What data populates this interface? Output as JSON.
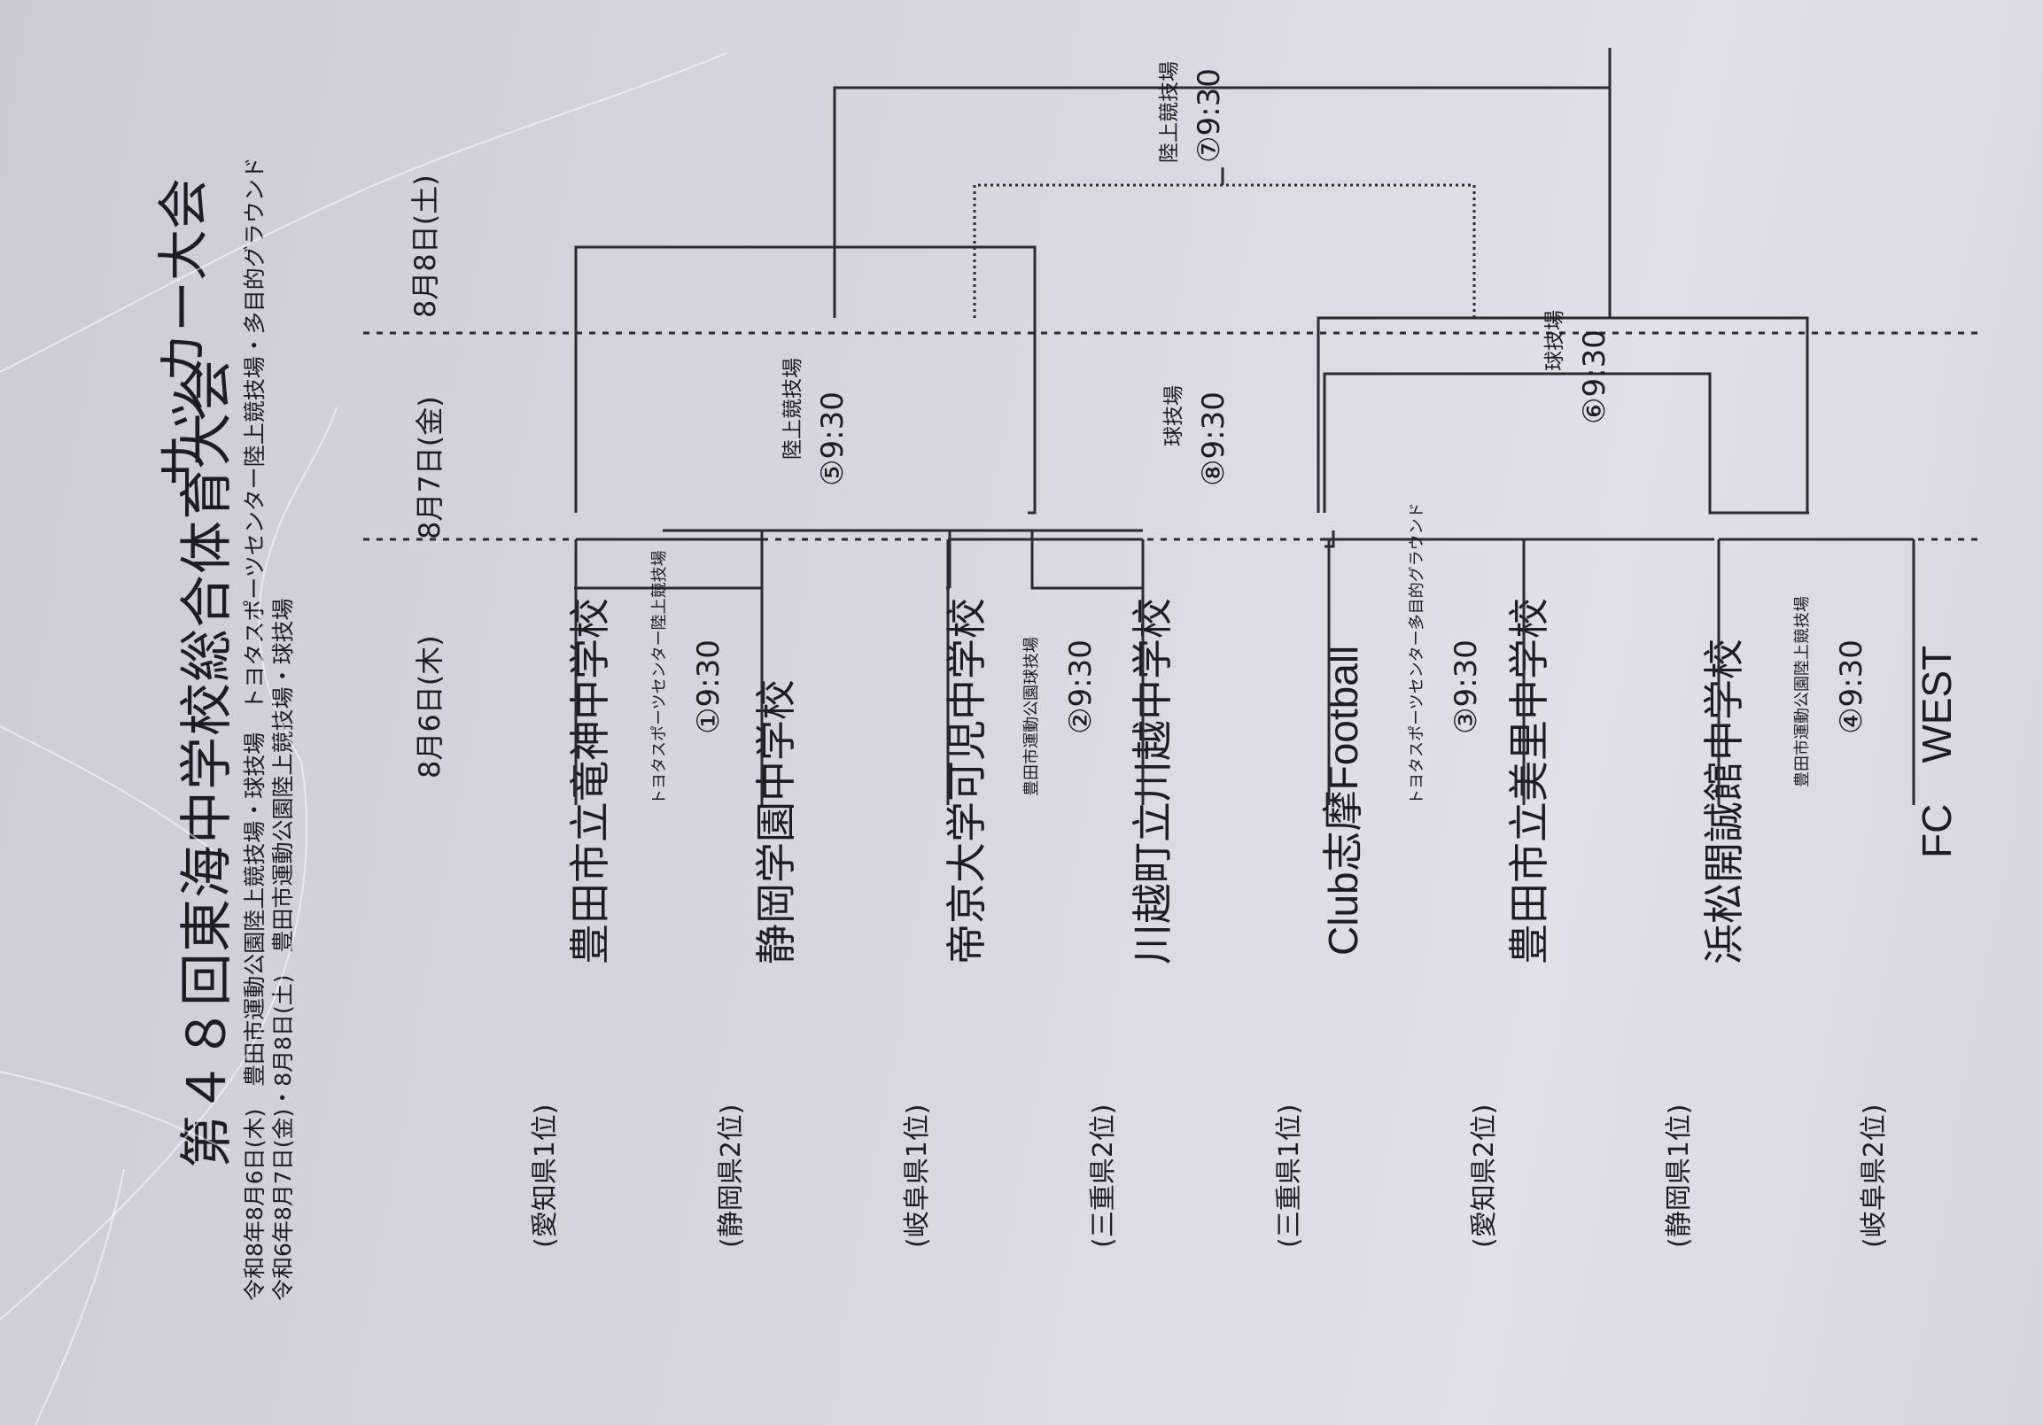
{
  "title": "第４８回東海中学校総合体育大会",
  "subtitle": "サッカー大会",
  "info": {
    "line1": "令和8年8月6日(木)　豊田市運動公園陸上競技場・球技場　トヨタスポーツセンター陸上競技場・多目的グラウンド",
    "line2": "令和6年8月7日(金)・8月8日(土)　豊田市運動公園陸上競技場・球技場"
  },
  "dates": {
    "day1": "8月6日(木)",
    "day2": "8月7日(金)",
    "day3": "8月8日(土)"
  },
  "teams": [
    {
      "pref": "(愛知県1位)",
      "name": "豊田市立竜神中学校"
    },
    {
      "pref": "(静岡県2位)",
      "name": "静岡学園中学校"
    },
    {
      "pref": "(岐阜県1位)",
      "name": "帝京大学可児中学校"
    },
    {
      "pref": "(三重県2位)",
      "name": "川越町立川越中学校"
    },
    {
      "pref": "(三重県1位)",
      "name": "Club志摩Football"
    },
    {
      "pref": "(愛知県2位)",
      "name": "豊田市立美里中学校"
    },
    {
      "pref": "(静岡県1位)",
      "name": "浜松開誠館中学校"
    },
    {
      "pref": "(岐阜県2位)",
      "name": "FC　WEST"
    }
  ],
  "matches": {
    "m1": {
      "venue": "トヨタスポーツセンター陸上競技場",
      "time": "①9:30"
    },
    "m2": {
      "venue": "豊田市運動公園球技場",
      "time": "②9:30"
    },
    "m3": {
      "venue": "トヨタスポーツセンター多目的グラウンド",
      "time": "③9:30"
    },
    "m4": {
      "venue": "豊田市運動公園陸上競技場",
      "time": "④9:30"
    },
    "m5": {
      "venue": "陸上競技場",
      "time": "⑤9:30"
    },
    "m6": {
      "venue": "球技場",
      "time": "⑥9:30"
    },
    "m7": {
      "venue": "陸上競技場",
      "time": "⑦9:30"
    },
    "m8": {
      "venue": "球技場",
      "time": "⑧9:30"
    }
  }
}
